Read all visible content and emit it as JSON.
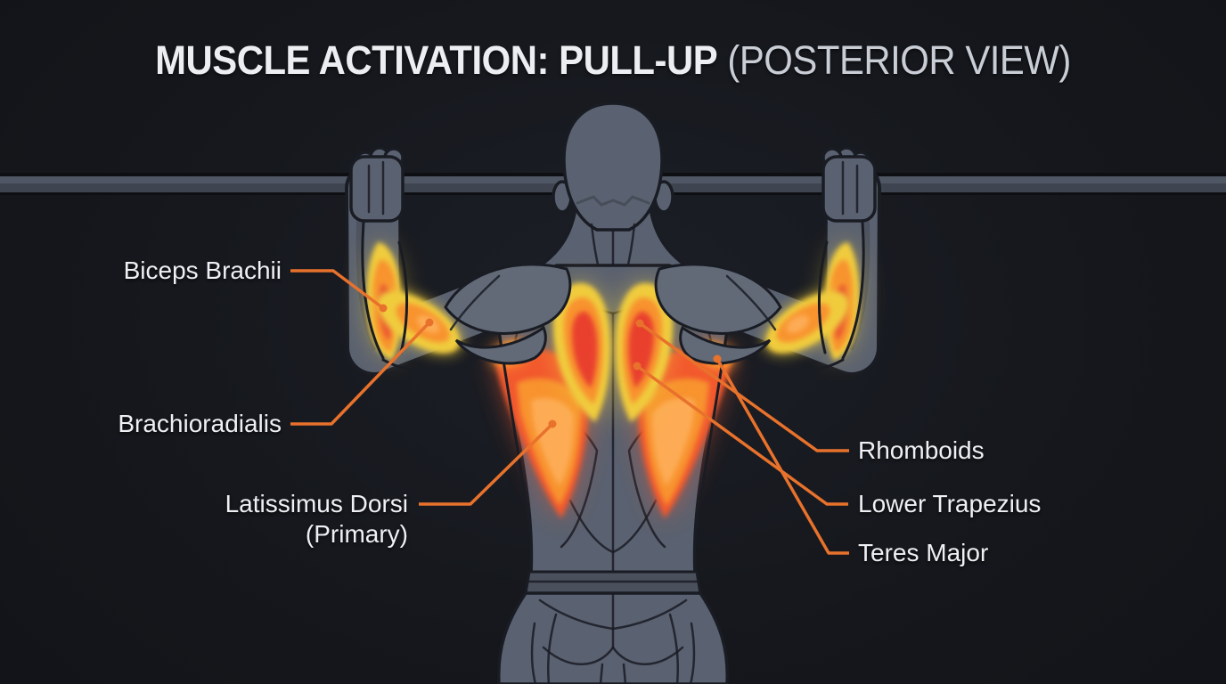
{
  "title": {
    "main": "MUSCLE ACTIVATION: PULL-UP",
    "secondary": " (POSTERIOR VIEW)"
  },
  "diagram": {
    "exercise": "Pull-Up",
    "view": "Posterior View",
    "labels": {
      "biceps_brachii": "Biceps Brachii",
      "brachioradialis": "Brachioradialis",
      "latissimus_dorsi_line1": "Latissimus Dorsi",
      "latissimus_dorsi_line2": "(Primary)",
      "rhomboids": "Rhomboids",
      "lower_trapezius": "Lower Trapezius",
      "teres_major": "Teres Major"
    }
  },
  "colors": {
    "accent": "#E8722C",
    "heat-yellow": "#F0CC3C",
    "heat-orange": "#F8932F",
    "heat-deep": "#F2582F",
    "heat-red": "#E9412F",
    "heat-core": "#FDAC55",
    "background": "#15171C",
    "body-grey": "#5A6170",
    "body-grey-light": "#626A78",
    "body-grey-dark": "#4A505C",
    "outline": "#1A1C24",
    "bar-grey": "#3E4450",
    "bar-grey-light": "#4F5664",
    "label-text": "#EEF0F3",
    "title-primary": "#ECEEF1",
    "title-secondary": "#C9CED6"
  }
}
